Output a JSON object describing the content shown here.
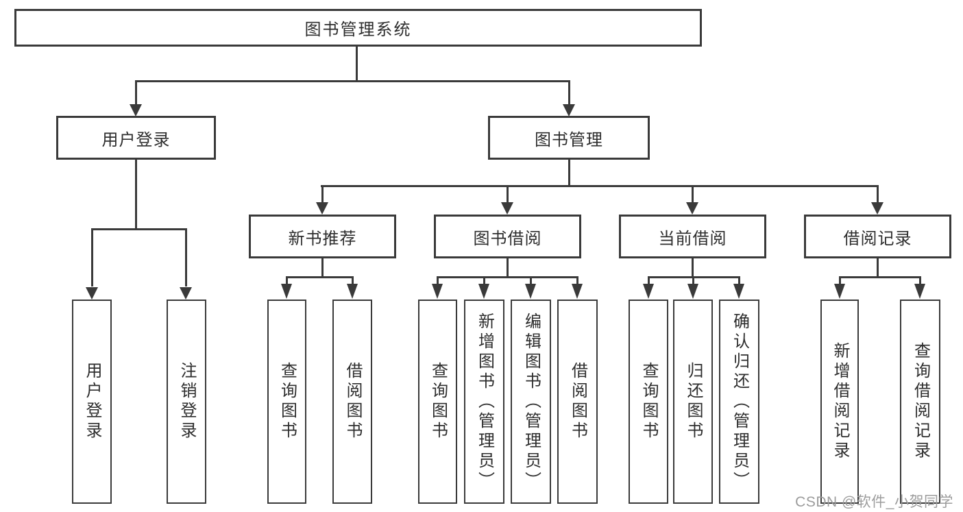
{
  "diagram_title": "图书管理系统",
  "tree": {
    "label": "图书管理系统",
    "children": [
      {
        "label": "用户登录",
        "children": [
          {
            "label": "用户登录"
          },
          {
            "label": "注销登录"
          }
        ]
      },
      {
        "label": "图书管理",
        "children": [
          {
            "label": "新书推荐",
            "children": [
              {
                "label": "查询图书"
              },
              {
                "label": "借阅图书"
              }
            ]
          },
          {
            "label": "图书借阅",
            "children": [
              {
                "label": "查询图书"
              },
              {
                "label": "新增图书（管理员）"
              },
              {
                "label": "编辑图书（管理员）"
              },
              {
                "label": "借阅图书"
              }
            ]
          },
          {
            "label": "当前借阅",
            "children": [
              {
                "label": "查询图书"
              },
              {
                "label": "归还图书"
              },
              {
                "label": "确认归还（管理员）"
              }
            ]
          },
          {
            "label": "借阅记录",
            "children": [
              {
                "label": "新增借阅记录"
              },
              {
                "label": "查询借阅记录"
              }
            ]
          }
        ]
      }
    ]
  },
  "watermark": "CSDN @软件_小贺同学",
  "colors": {
    "line": "#3a3a3a",
    "text": "#2d2d2d",
    "watermark": "#9c9c9c",
    "background": "#ffffff"
  }
}
